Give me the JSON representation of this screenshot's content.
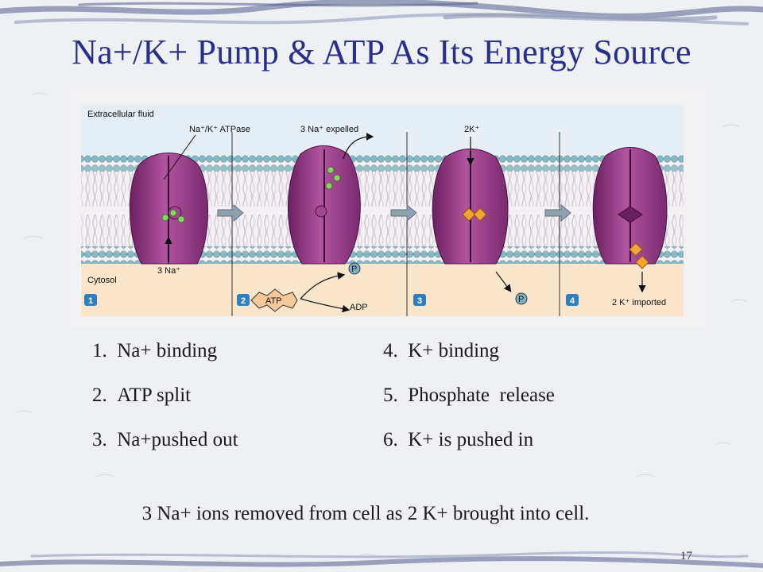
{
  "slide": {
    "title": "Na+/K+ Pump & ATP As Its Energy Source",
    "summary": "3 Na+ ions removed from cell as 2 K+ brought into cell.",
    "page_number": "17"
  },
  "figure": {
    "region_top": "Extracellular fluid",
    "region_bottom": "Cytosol",
    "labels": {
      "pump": "Na⁺/K⁺ ATPase",
      "na_in": "3 Na⁺",
      "na_expelled": "3 Na⁺ expelled",
      "k_in": "2K⁺",
      "k_imported": "2 K⁺ imported",
      "atp": "ATP",
      "adp": "ADP",
      "phosphate": "P"
    },
    "panel_numbers": [
      "1",
      "2",
      "3",
      "4"
    ],
    "colors": {
      "extracellular": "#e6eef6",
      "cytosol": "#fbe6cc",
      "protein": "#8c2f7e",
      "lipid_head": "#7fb3bf",
      "sodium": "#8fd16a",
      "potassium": "#f3a531",
      "step_badge": "#2f7fbf"
    }
  },
  "steps": [
    {
      "num": "1.",
      "text": "Na+ binding"
    },
    {
      "num": "2.",
      "text": "ATP split"
    },
    {
      "num": "3.",
      "text": "Na+pushed out"
    },
    {
      "num": "4.",
      "text": "K+ binding"
    },
    {
      "num": "5.",
      "text": "Phosphate  release"
    },
    {
      "num": "6.",
      "text": "K+ is pushed in"
    }
  ]
}
